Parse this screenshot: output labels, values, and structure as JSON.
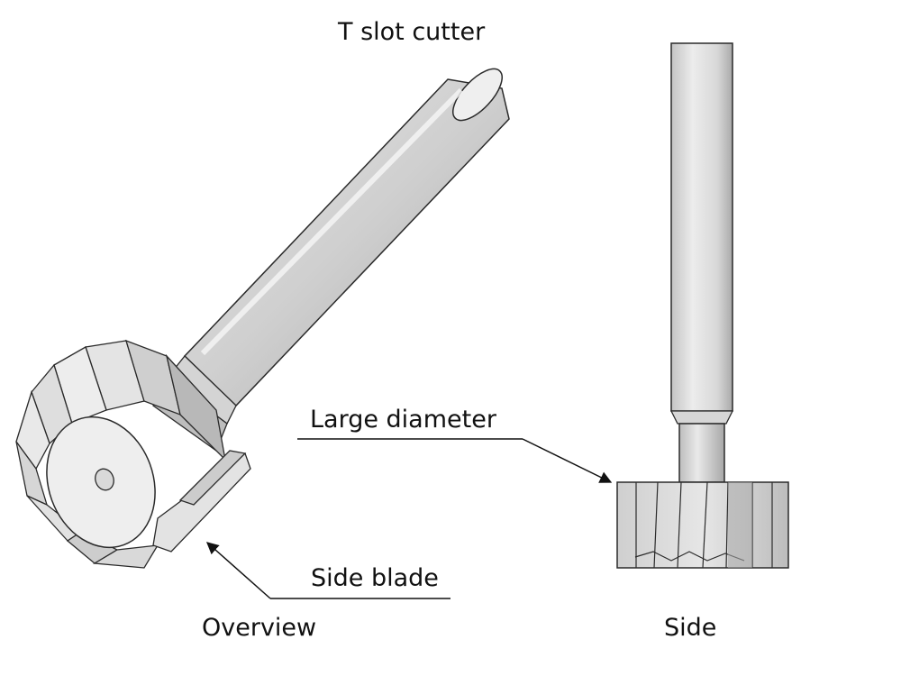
{
  "title": "T slot cutter",
  "labels": {
    "large_diameter": "Large diameter",
    "side_blade": "Side blade",
    "overview": "Overview",
    "side": "Side"
  },
  "colors": {
    "background": "#ffffff",
    "metal_light": "#ececec",
    "metal_mid": "#c9c9c9",
    "metal_dark": "#8c8c8c",
    "outline": "#2a2a2a",
    "text": "#111111"
  }
}
